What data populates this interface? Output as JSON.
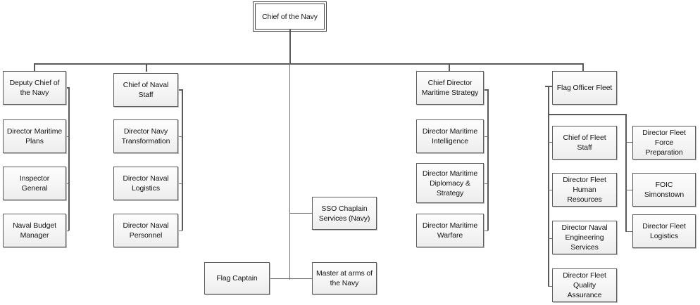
{
  "chart_data": {
    "type": "diagram",
    "title": "Chief of the Navy organisational chart",
    "root": "Chief of the Navy",
    "nodes": [
      {
        "id": "root",
        "label": "Chief of the Navy",
        "level": 0
      },
      {
        "id": "deputy_chief",
        "label": "Deputy Chief of the Navy",
        "level": 1,
        "parent": "root"
      },
      {
        "id": "dir_maritime_plans",
        "label": "Director Maritime Plans",
        "level": 2,
        "parent": "deputy_chief"
      },
      {
        "id": "inspector_general",
        "label": "Inspector General",
        "level": 2,
        "parent": "deputy_chief"
      },
      {
        "id": "naval_budget_manager",
        "label": "Naval Budget Manager",
        "level": 2,
        "parent": "deputy_chief"
      },
      {
        "id": "chief_naval_staff",
        "label": "Chief of Naval Staff",
        "level": 1,
        "parent": "root"
      },
      {
        "id": "dir_navy_transformation",
        "label": "Director Navy Transformation",
        "level": 2,
        "parent": "chief_naval_staff"
      },
      {
        "id": "dir_naval_logistics",
        "label": "Director Naval Logistics",
        "level": 2,
        "parent": "chief_naval_staff"
      },
      {
        "id": "dir_naval_personnel",
        "label": "Director Naval Personnel",
        "level": 2,
        "parent": "chief_naval_staff"
      },
      {
        "id": "sso_chaplain",
        "label": "SSO Chaplain Services (Navy)",
        "level": 1,
        "parent": "root"
      },
      {
        "id": "flag_captain",
        "label": "Flag Captain",
        "level": 1,
        "parent": "root"
      },
      {
        "id": "master_at_arms",
        "label": "Master at arms of the Navy",
        "level": 1,
        "parent": "root"
      },
      {
        "id": "chief_dir_maritime_strategy",
        "label": "Chief Director Maritime Strategy",
        "level": 1,
        "parent": "root"
      },
      {
        "id": "dir_maritime_intelligence",
        "label": "Director Maritime Intelligence",
        "level": 2,
        "parent": "chief_dir_maritime_strategy"
      },
      {
        "id": "dir_maritime_diplomacy",
        "label": "Director Maritime Diplomacy & Strategy",
        "level": 2,
        "parent": "chief_dir_maritime_strategy"
      },
      {
        "id": "dir_maritime_warfare",
        "label": "Director Maritime Warfare",
        "level": 2,
        "parent": "chief_dir_maritime_strategy"
      },
      {
        "id": "flag_officer_fleet",
        "label": "Flag Officer Fleet",
        "level": 1,
        "parent": "root"
      },
      {
        "id": "chief_fleet_staff",
        "label": "Chief of Fleet Staff",
        "level": 2,
        "parent": "flag_officer_fleet"
      },
      {
        "id": "dir_fleet_hr",
        "label": "Director Fleet Human Resources",
        "level": 2,
        "parent": "flag_officer_fleet"
      },
      {
        "id": "dir_naval_eng_services",
        "label": "Director Naval Engineering Services",
        "level": 2,
        "parent": "flag_officer_fleet"
      },
      {
        "id": "dir_fleet_quality",
        "label": "Director Fleet Quality Assurance",
        "level": 2,
        "parent": "flag_officer_fleet"
      },
      {
        "id": "dir_fleet_force_prep",
        "label": "Director Fleet Force Preparation",
        "level": 2,
        "parent": "flag_officer_fleet"
      },
      {
        "id": "foic_simonstown",
        "label": "FOIC Simonstown",
        "level": 2,
        "parent": "flag_officer_fleet"
      },
      {
        "id": "dir_fleet_logistics",
        "label": "Director Fleet Logistics",
        "level": 2,
        "parent": "flag_officer_fleet"
      }
    ],
    "colors": {
      "box_border": "#5c5c5c",
      "box_fill_top": "#fdfdfd",
      "box_fill_bottom": "#ededed",
      "connector": "#6e6e6e",
      "text": "#141414",
      "background": "#ffffff"
    }
  },
  "nodes": {
    "root": "Chief of the Navy",
    "deputy_chief": "Deputy Chief of the Navy",
    "dir_maritime_plans": "Director Maritime Plans",
    "inspector_general": "Inspector General",
    "naval_budget_manager": "Naval Budget Manager",
    "chief_naval_staff": "Chief of Naval Staff",
    "dir_navy_transformation": "Director Navy Transformation",
    "dir_naval_logistics": "Director Naval Logistics",
    "dir_naval_personnel": "Director Naval Personnel",
    "sso_chaplain": "SSO Chaplain Services (Navy)",
    "flag_captain": "Flag Captain",
    "master_at_arms": "Master at arms of the Navy",
    "chief_dir_maritime_strategy": "Chief Director Maritime Strategy",
    "dir_maritime_intelligence": "Director Maritime Intelligence",
    "dir_maritime_diplomacy": "Director Maritime Diplomacy & Strategy",
    "dir_maritime_warfare": "Director Maritime Warfare",
    "flag_officer_fleet": "Flag Officer Fleet",
    "chief_fleet_staff": "Chief of Fleet Staff",
    "dir_fleet_hr": "Director Fleet Human Resources",
    "dir_naval_eng_services": "Director Naval Engineering Services",
    "dir_fleet_quality": "Director Fleet Quality Assurance",
    "dir_fleet_force_prep": "Director Fleet Force Preparation",
    "foic_simonstown": "FOIC Simonstown",
    "dir_fleet_logistics": "Director Fleet Logistics"
  }
}
